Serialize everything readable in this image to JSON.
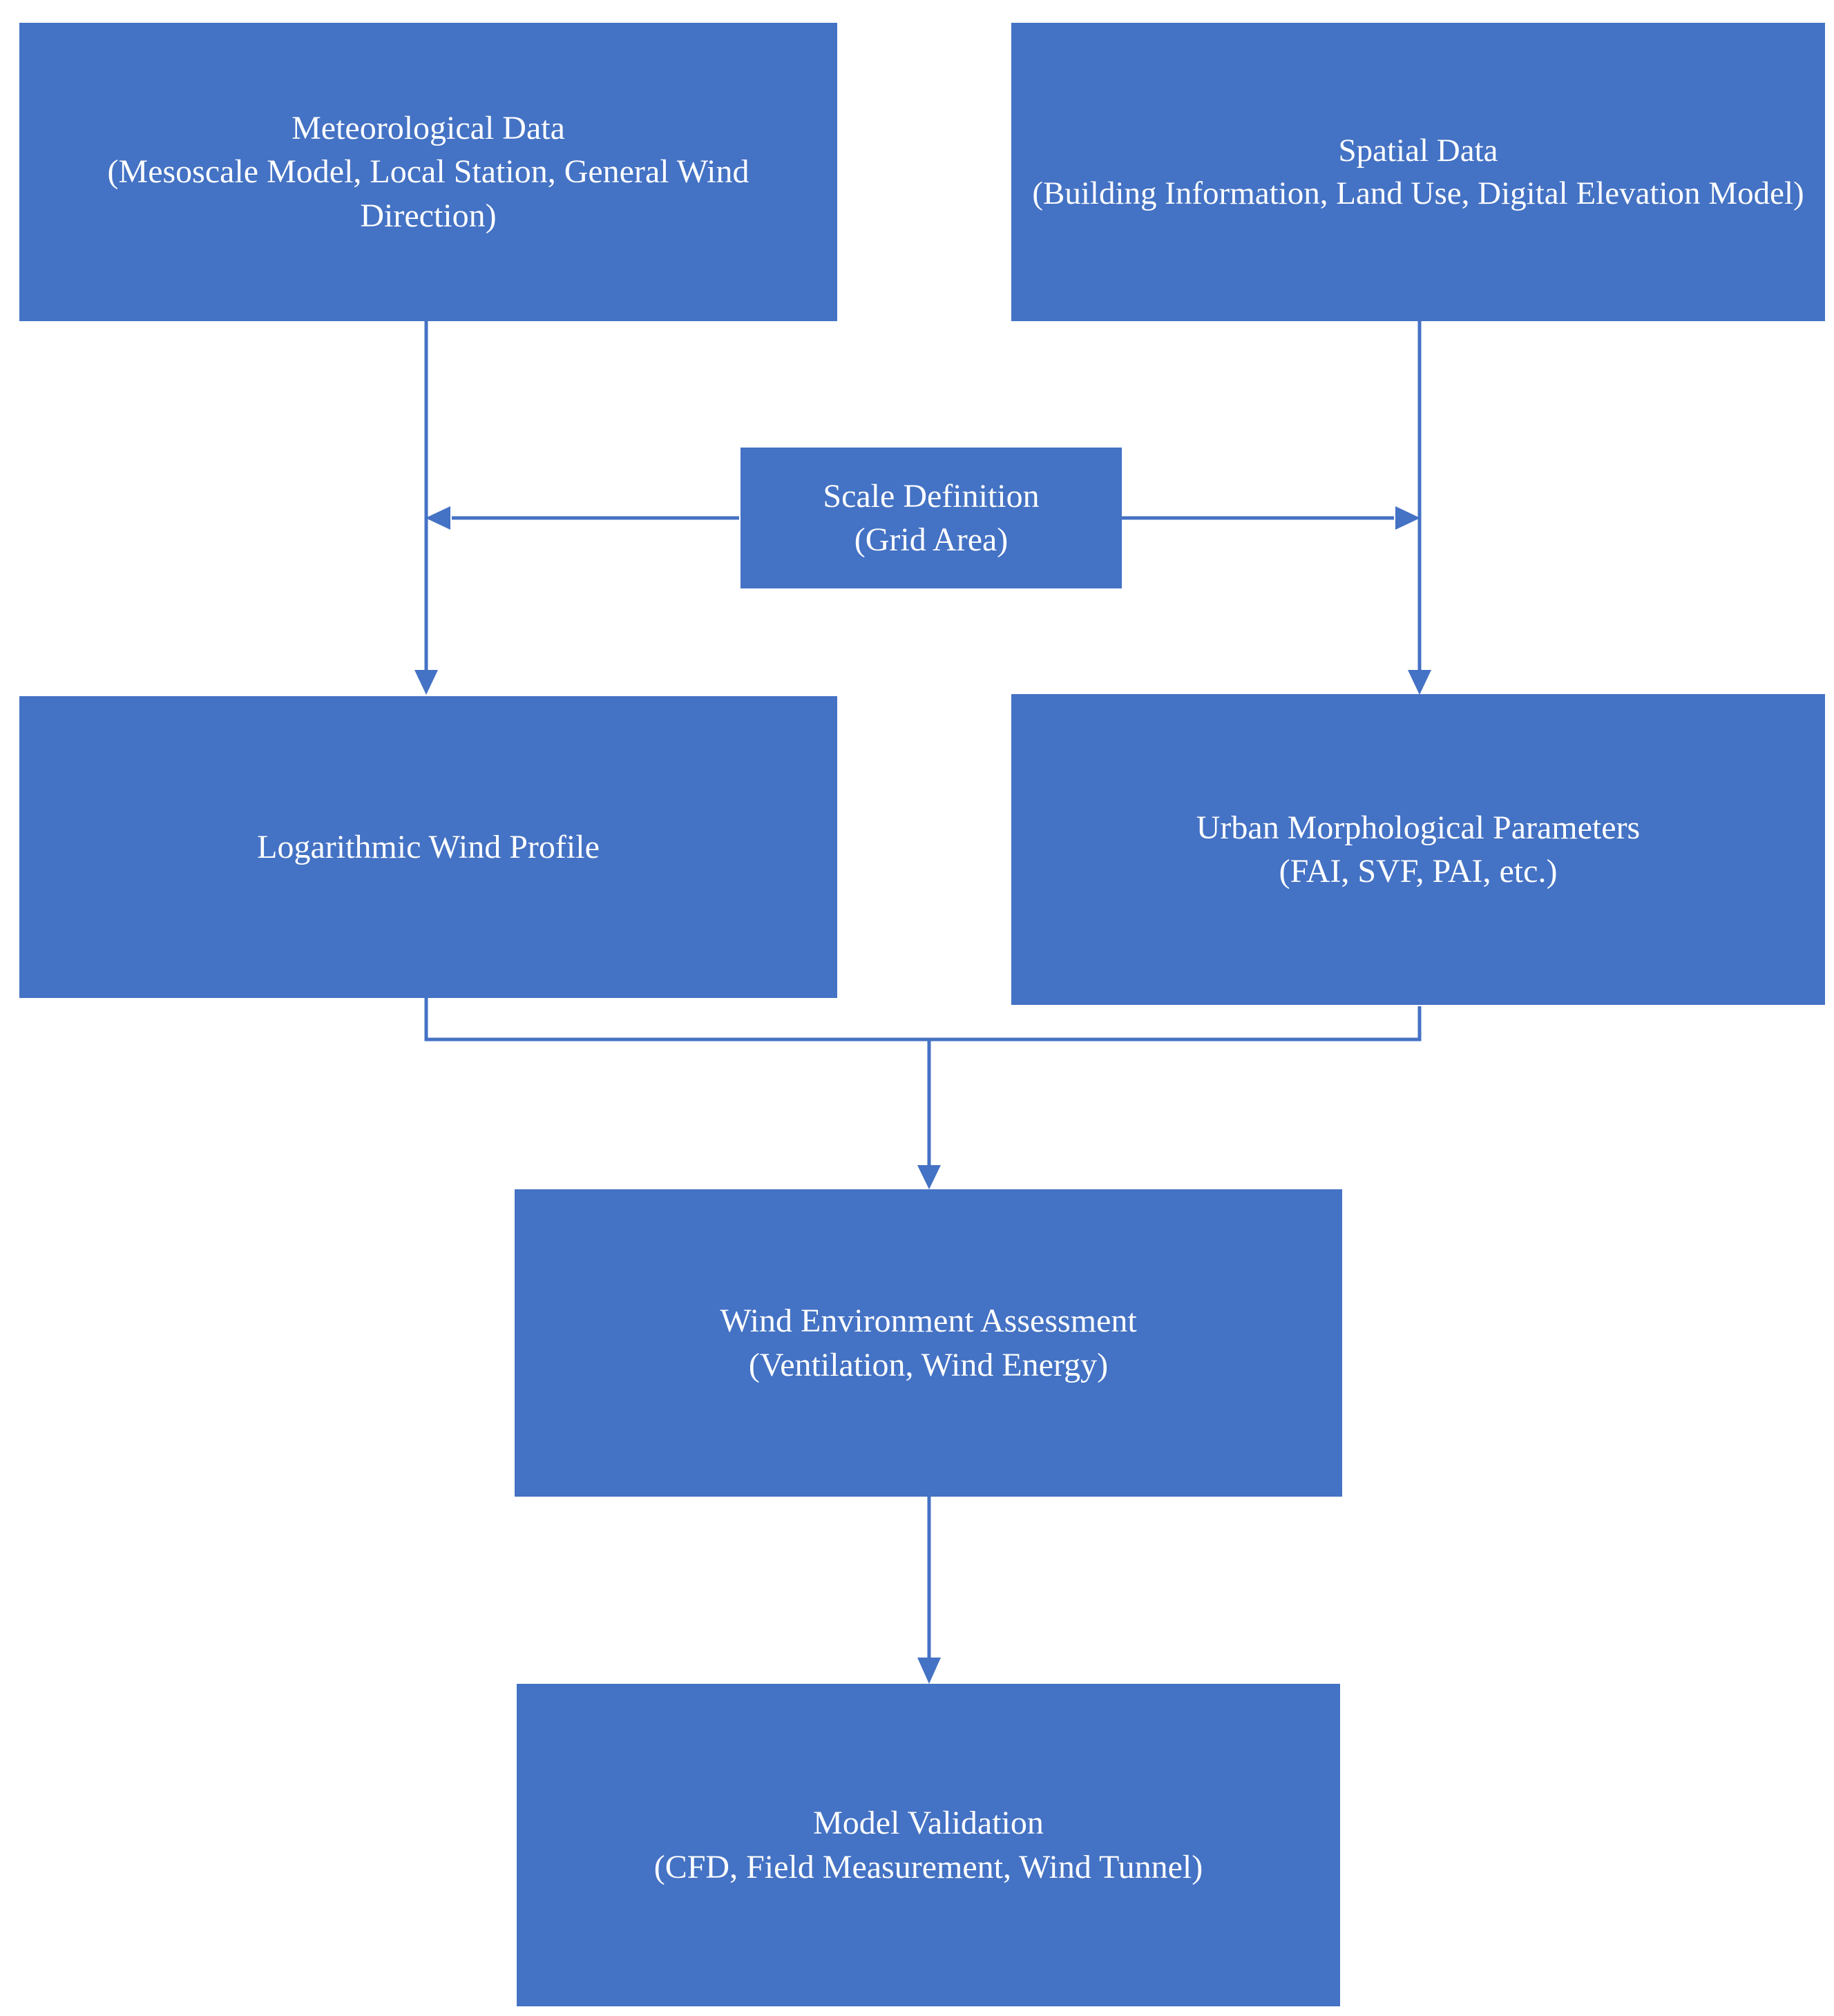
{
  "page": {
    "background": "#ffffff"
  },
  "colors": {
    "box_fill": "#4472C4",
    "box_text": "#ffffff",
    "connector": "#4472C4"
  },
  "diagram": {
    "nodes": {
      "meteorological": {
        "title": "Meteorological Data",
        "subtitle": "(Mesoscale Model, Local Station, General Wind Direction)"
      },
      "spatial": {
        "title": "Spatial Data",
        "subtitle": "(Building Information, Land Use, Digital Elevation Model)"
      },
      "scale": {
        "title": "Scale Definition",
        "subtitle": "(Grid Area)"
      },
      "wind_profile": {
        "title": "Logarithmic Wind Profile"
      },
      "urban_morphology": {
        "title": "Urban Morphological Parameters",
        "subtitle": "(FAI, SVF, PAI, etc.)"
      },
      "assessment": {
        "title": "Wind Environment Assessment",
        "subtitle": "(Ventilation, Wind Energy)"
      },
      "validation": {
        "title": "Model Validation",
        "subtitle": "(CFD, Field Measurement, Wind Tunnel)"
      }
    },
    "edges": [
      {
        "from": "Meteorological Data",
        "to": "Logarithmic Wind Profile",
        "style": "arrow-down"
      },
      {
        "from": "Spatial Data",
        "to": "Urban Morphological Parameters",
        "style": "arrow-down"
      },
      {
        "from": "Scale Definition",
        "to": "left branch line",
        "style": "arrow-left"
      },
      {
        "from": "Scale Definition",
        "to": "right branch line",
        "style": "arrow-right"
      },
      {
        "from": "Logarithmic Wind Profile",
        "to": "Wind Environment Assessment",
        "style": "merge-arrow-down"
      },
      {
        "from": "Urban Morphological Parameters",
        "to": "Wind Environment Assessment",
        "style": "merge-arrow-down"
      },
      {
        "from": "Wind Environment Assessment",
        "to": "Model Validation",
        "style": "arrow-down"
      }
    ]
  }
}
